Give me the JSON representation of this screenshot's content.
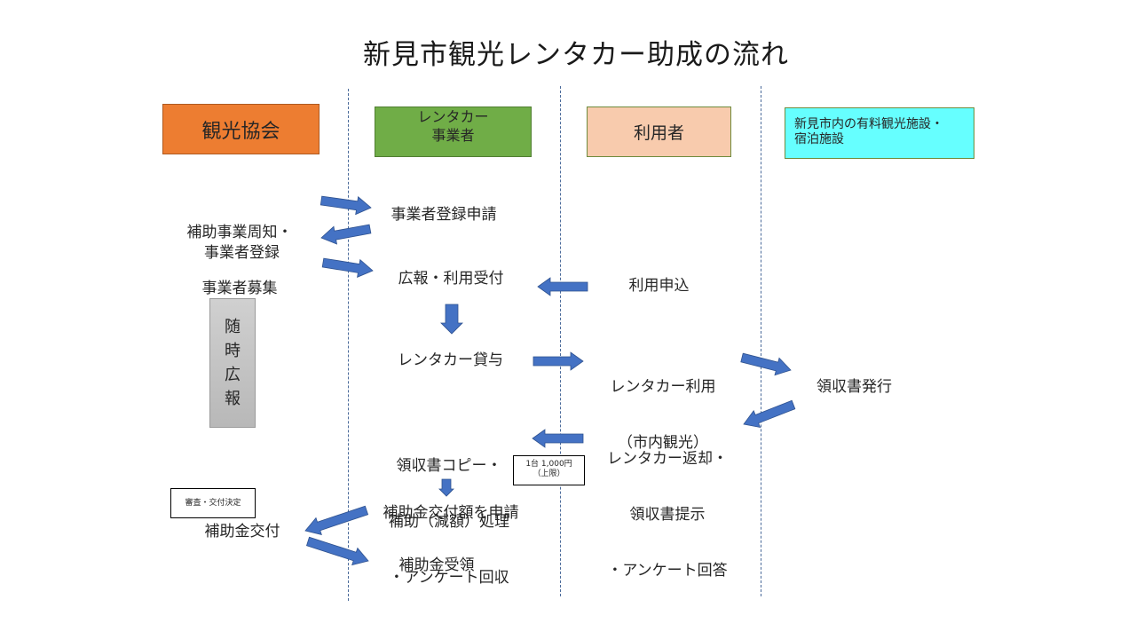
{
  "title": "新見市観光レンタカー助成の流れ",
  "colors": {
    "tourism_association": "#ED7D31",
    "rental_operator": "#70AD47",
    "user": "#F8CBAD",
    "facility": "#66FFFF",
    "arrow": "#4472C4",
    "side_box": "#C0C0C0"
  },
  "lanes": {
    "tourism_association": "観光協会",
    "rental_operator_line1": "レンタカー",
    "rental_operator_line2": "事業者",
    "user": "利用者",
    "facility_line1": "新見市内の有料観光施設・",
    "facility_line2": "宿泊施設"
  },
  "steps": {
    "announce_line1": "補助事業周知・",
    "announce_line2": "事業者募集",
    "operator_apply": "事業者登録申請",
    "operator_register": "事業者登録",
    "pr_reception": "広報・利用受付",
    "user_apply": "利用申込",
    "rental_lend": "レンタカー貸与",
    "rental_use_line1": "レンタカー利用",
    "rental_use_line2": "（市内観光）",
    "receipt_issue": "領収書発行",
    "return_line1": "レンタカー返却・",
    "return_line2": "領収書提示",
    "return_line3": "・アンケート回答",
    "process_line1": "領収書コピー・",
    "process_line2": "補助（減額）処理",
    "process_line3": "・アンケート回収",
    "subsidy_request": "補助金交付額を申請",
    "subsidy_grant": "補助金交付",
    "subsidy_receive": "補助金受領"
  },
  "side_box": [
    "随",
    "時",
    "広",
    "報"
  ],
  "notes": {
    "cap_line1": "1台 1,000円",
    "cap_line2": "（上限）",
    "review": "審査・交付決定"
  }
}
